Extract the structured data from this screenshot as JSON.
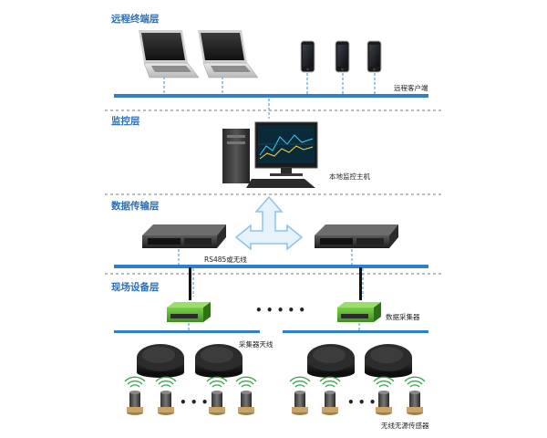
{
  "layers": {
    "remote": "远程终端层",
    "monitor": "监控层",
    "transmission": "数据传输层",
    "field": "现场设备层"
  },
  "labels": {
    "remote_client": "远程客户端",
    "local_host": "本地监控主机",
    "rs485": "RS485或无线",
    "collector": "数据采集器",
    "collector_antenna": "采集器天线",
    "sensor": "无线无源传感器"
  },
  "colors": {
    "bus": "#2f7fc9",
    "title": "#2c6fb7",
    "dash": "#777777",
    "arrow": "#8ec3ea",
    "connector": "#7ab6e0",
    "wifi": "#3aa84a"
  }
}
